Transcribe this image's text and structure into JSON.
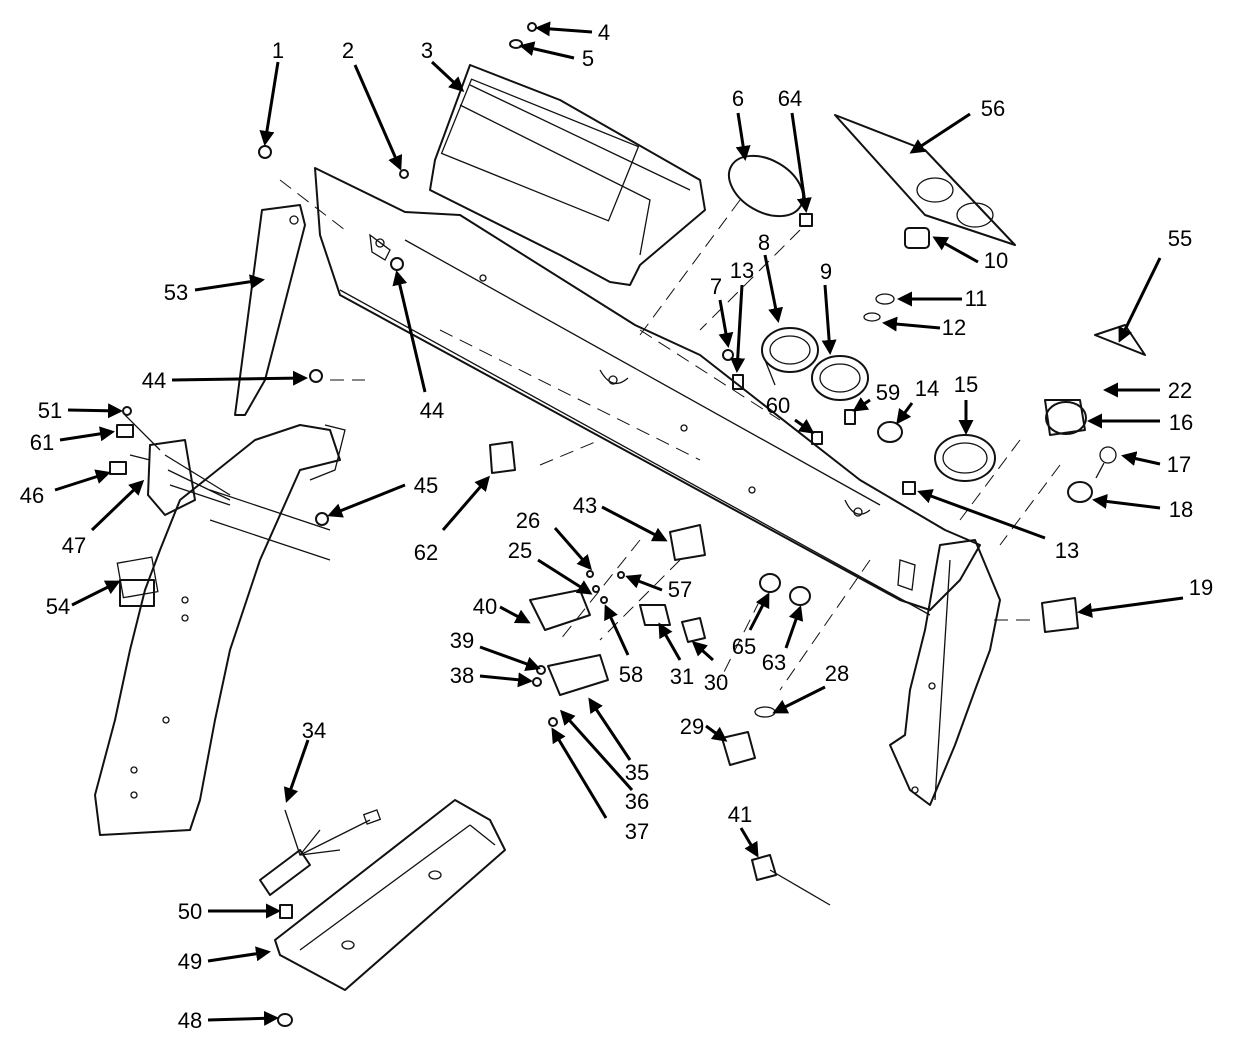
{
  "callouts": [
    "1",
    "2",
    "3",
    "4",
    "5",
    "6",
    "64",
    "56",
    "8",
    "9",
    "10",
    "11",
    "12",
    "7",
    "13",
    "55",
    "53",
    "44",
    "59",
    "14",
    "15",
    "60",
    "22",
    "16",
    "17",
    "18",
    "51",
    "61",
    "46",
    "47",
    "54",
    "45",
    "62",
    "43",
    "26",
    "25",
    "57",
    "40",
    "39",
    "38",
    "58",
    "31",
    "30",
    "65",
    "63",
    "19",
    "28",
    "29",
    "35",
    "36",
    "37",
    "34",
    "41",
    "50",
    "49",
    "48"
  ]
}
